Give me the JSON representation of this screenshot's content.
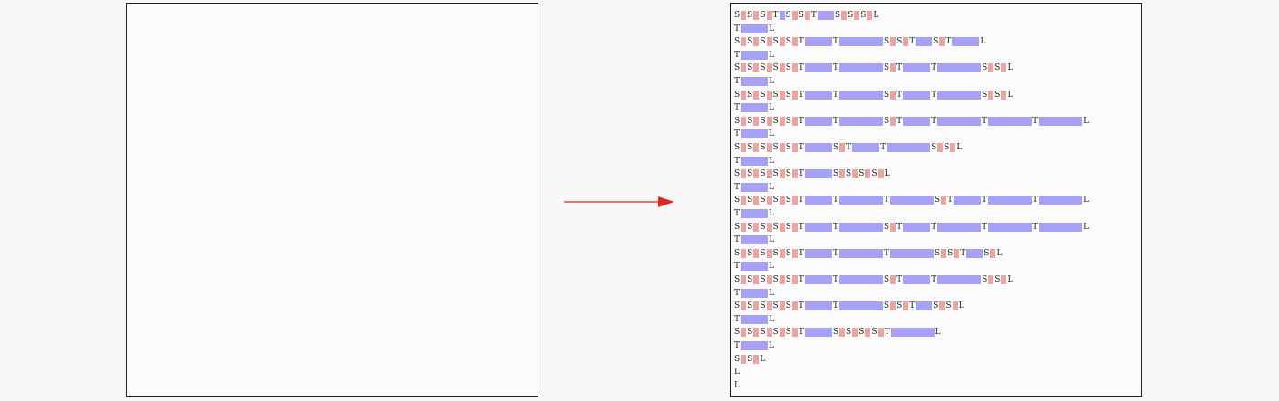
{
  "colors": {
    "background": "#f7f7f7",
    "panel": "#fbfbfb",
    "border": "#222222",
    "arrow": "#d62a2a",
    "s_block": "#e8a5a2",
    "t_block": "#a6a1f4",
    "text": "#222222"
  },
  "left_panel": {
    "content": ""
  },
  "right_panel": {
    "rows": [
      {
        "tokens": [
          [
            "S",
            1
          ],
          [
            "S",
            1
          ],
          [
            "S",
            1
          ],
          [
            "T",
            1
          ],
          [
            "S",
            1
          ],
          [
            "S",
            1
          ],
          [
            "T",
            3
          ],
          [
            "S",
            1
          ],
          [
            "S",
            1
          ],
          [
            "S",
            1
          ],
          [
            "L",
            0
          ]
        ]
      },
      {
        "tokens": [
          [
            "T",
            5
          ],
          [
            "L",
            0
          ]
        ]
      },
      {
        "tokens": [
          [
            "S",
            1
          ],
          [
            "S",
            1
          ],
          [
            "S",
            1
          ],
          [
            "S",
            1
          ],
          [
            "S",
            1
          ],
          [
            "T",
            5
          ],
          [
            "T",
            8
          ],
          [
            "S",
            1
          ],
          [
            "S",
            1
          ],
          [
            "T",
            3
          ],
          [
            "S",
            1
          ],
          [
            "T",
            5
          ],
          [
            "L",
            0
          ]
        ]
      },
      {
        "tokens": [
          [
            "T",
            5
          ],
          [
            "L",
            0
          ]
        ]
      },
      {
        "tokens": [
          [
            "S",
            1
          ],
          [
            "S",
            1
          ],
          [
            "S",
            1
          ],
          [
            "S",
            1
          ],
          [
            "S",
            1
          ],
          [
            "T",
            5
          ],
          [
            "T",
            8
          ],
          [
            "S",
            1
          ],
          [
            "T",
            5
          ],
          [
            "T",
            8
          ],
          [
            "S",
            1
          ],
          [
            "S",
            1
          ],
          [
            "L",
            0
          ]
        ]
      },
      {
        "tokens": [
          [
            "T",
            5
          ],
          [
            "L",
            0
          ]
        ]
      },
      {
        "tokens": [
          [
            "S",
            1
          ],
          [
            "S",
            1
          ],
          [
            "S",
            1
          ],
          [
            "S",
            1
          ],
          [
            "S",
            1
          ],
          [
            "T",
            5
          ],
          [
            "T",
            8
          ],
          [
            "S",
            1
          ],
          [
            "T",
            5
          ],
          [
            "T",
            8
          ],
          [
            "S",
            1
          ],
          [
            "S",
            1
          ],
          [
            "L",
            0
          ]
        ]
      },
      {
        "tokens": [
          [
            "T",
            5
          ],
          [
            "L",
            0
          ]
        ]
      },
      {
        "tokens": [
          [
            "S",
            1
          ],
          [
            "S",
            1
          ],
          [
            "S",
            1
          ],
          [
            "S",
            1
          ],
          [
            "S",
            1
          ],
          [
            "T",
            5
          ],
          [
            "T",
            8
          ],
          [
            "S",
            1
          ],
          [
            "T",
            5
          ],
          [
            "T",
            8
          ],
          [
            "T",
            8
          ],
          [
            "T",
            8
          ],
          [
            "L",
            0
          ]
        ]
      },
      {
        "tokens": [
          [
            "T",
            5
          ],
          [
            "L",
            0
          ]
        ]
      },
      {
        "tokens": [
          [
            "S",
            1
          ],
          [
            "S",
            1
          ],
          [
            "S",
            1
          ],
          [
            "S",
            1
          ],
          [
            "S",
            1
          ],
          [
            "T",
            5
          ],
          [
            "S",
            1
          ],
          [
            "T",
            5
          ],
          [
            "T",
            8
          ],
          [
            "S",
            1
          ],
          [
            "S",
            1
          ],
          [
            "L",
            0
          ]
        ]
      },
      {
        "tokens": [
          [
            "T",
            5
          ],
          [
            "L",
            0
          ]
        ]
      },
      {
        "tokens": [
          [
            "S",
            1
          ],
          [
            "S",
            1
          ],
          [
            "S",
            1
          ],
          [
            "S",
            1
          ],
          [
            "S",
            1
          ],
          [
            "T",
            5
          ],
          [
            "S",
            1
          ],
          [
            "S",
            1
          ],
          [
            "S",
            1
          ],
          [
            "S",
            1
          ],
          [
            "L",
            0
          ]
        ]
      },
      {
        "tokens": [
          [
            "T",
            5
          ],
          [
            "L",
            0
          ]
        ]
      },
      {
        "tokens": [
          [
            "S",
            1
          ],
          [
            "S",
            1
          ],
          [
            "S",
            1
          ],
          [
            "S",
            1
          ],
          [
            "S",
            1
          ],
          [
            "T",
            5
          ],
          [
            "T",
            8
          ],
          [
            "T",
            8
          ],
          [
            "S",
            1
          ],
          [
            "T",
            5
          ],
          [
            "T",
            8
          ],
          [
            "T",
            8
          ],
          [
            "L",
            0
          ]
        ]
      },
      {
        "tokens": [
          [
            "T",
            5
          ],
          [
            "L",
            0
          ]
        ]
      },
      {
        "tokens": [
          [
            "S",
            1
          ],
          [
            "S",
            1
          ],
          [
            "S",
            1
          ],
          [
            "S",
            1
          ],
          [
            "S",
            1
          ],
          [
            "T",
            5
          ],
          [
            "T",
            8
          ],
          [
            "S",
            1
          ],
          [
            "T",
            5
          ],
          [
            "T",
            8
          ],
          [
            "T",
            8
          ],
          [
            "T",
            8
          ],
          [
            "L",
            0
          ]
        ]
      },
      {
        "tokens": [
          [
            "T",
            5
          ],
          [
            "L",
            0
          ]
        ]
      },
      {
        "tokens": [
          [
            "S",
            1
          ],
          [
            "S",
            1
          ],
          [
            "S",
            1
          ],
          [
            "S",
            1
          ],
          [
            "S",
            1
          ],
          [
            "T",
            5
          ],
          [
            "T",
            8
          ],
          [
            "T",
            8
          ],
          [
            "S",
            1
          ],
          [
            "S",
            1
          ],
          [
            "T",
            3
          ],
          [
            "S",
            1
          ],
          [
            "L",
            0
          ]
        ]
      },
      {
        "tokens": [
          [
            "T",
            5
          ],
          [
            "L",
            0
          ]
        ]
      },
      {
        "tokens": [
          [
            "S",
            1
          ],
          [
            "S",
            1
          ],
          [
            "S",
            1
          ],
          [
            "S",
            1
          ],
          [
            "S",
            1
          ],
          [
            "T",
            5
          ],
          [
            "T",
            8
          ],
          [
            "S",
            1
          ],
          [
            "T",
            5
          ],
          [
            "T",
            8
          ],
          [
            "S",
            1
          ],
          [
            "S",
            1
          ],
          [
            "L",
            0
          ]
        ]
      },
      {
        "tokens": [
          [
            "T",
            5
          ],
          [
            "L",
            0
          ]
        ]
      },
      {
        "tokens": [
          [
            "S",
            1
          ],
          [
            "S",
            1
          ],
          [
            "S",
            1
          ],
          [
            "S",
            1
          ],
          [
            "S",
            1
          ],
          [
            "T",
            5
          ],
          [
            "T",
            8
          ],
          [
            "S",
            1
          ],
          [
            "S",
            1
          ],
          [
            "T",
            3
          ],
          [
            "S",
            1
          ],
          [
            "S",
            1
          ],
          [
            "L",
            0
          ]
        ]
      },
      {
        "tokens": [
          [
            "T",
            5
          ],
          [
            "L",
            0
          ]
        ]
      },
      {
        "tokens": [
          [
            "S",
            1
          ],
          [
            "S",
            1
          ],
          [
            "S",
            1
          ],
          [
            "S",
            1
          ],
          [
            "S",
            1
          ],
          [
            "T",
            5
          ],
          [
            "S",
            1
          ],
          [
            "S",
            1
          ],
          [
            "S",
            1
          ],
          [
            "S",
            1
          ],
          [
            "T",
            8
          ],
          [
            "L",
            0
          ]
        ]
      },
      {
        "tokens": [
          [
            "T",
            5
          ],
          [
            "L",
            0
          ]
        ]
      },
      {
        "tokens": [
          [
            "S",
            1
          ],
          [
            "S",
            1
          ],
          [
            "L",
            0
          ]
        ]
      },
      {
        "tokens": [
          [
            "L",
            0
          ]
        ]
      },
      {
        "tokens": [
          [
            "L",
            0
          ]
        ]
      }
    ]
  }
}
